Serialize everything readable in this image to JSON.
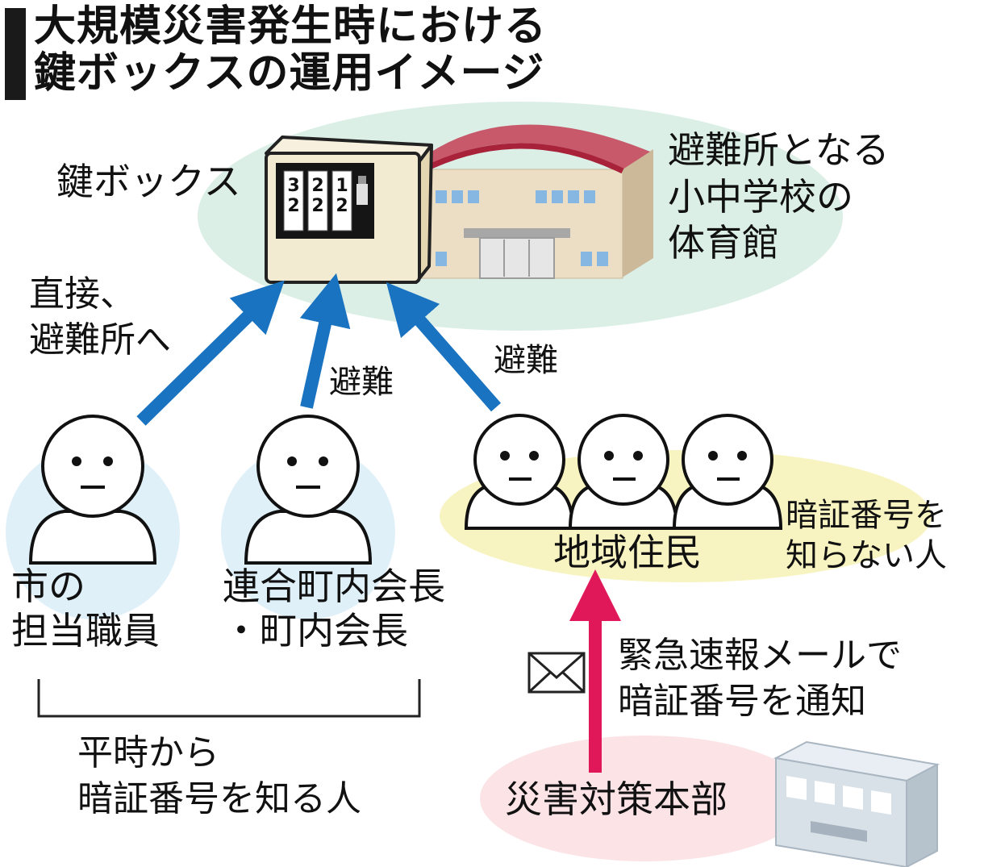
{
  "title": {
    "line1": "大規模災害発生時における",
    "line2": "鍵ボックスの運用イメージ"
  },
  "labels": {
    "key_box": "鍵ボックス",
    "gym_line1": "避難所となる",
    "gym_line2": "小中学校の",
    "gym_line3": "体育館",
    "direct_line1": "直接、",
    "direct_line2": "避難所へ",
    "evacuate_1": "避難",
    "evacuate_2": "避難",
    "city_staff_line1": "市の",
    "city_staff_line2": "担当職員",
    "chairman_line1": "連合町内会長",
    "chairman_line2": "・町内会長",
    "residents": "地域住民",
    "unknown_line1": "暗証番号を",
    "unknown_line2": "知らない人",
    "known_line1": "平時から",
    "known_line2": "暗証番号を知る人",
    "mail_line1": "緊急速報メールで",
    "mail_line2": "暗証番号を通知",
    "hq": "災害対策本部"
  },
  "lock_digits": [
    "3",
    "2",
    "1"
  ],
  "colors": {
    "blue_arrow": "#1a73c0",
    "red_arrow": "#e0185a",
    "shelter_ellipse": "#dcefe7",
    "residents_ellipse": "#f8f4c2",
    "hq_ellipse": "#fbe3e6",
    "person_circle": "#dff0f9",
    "gym_roof": "#c7596a",
    "key_box": "#f3ead2"
  }
}
